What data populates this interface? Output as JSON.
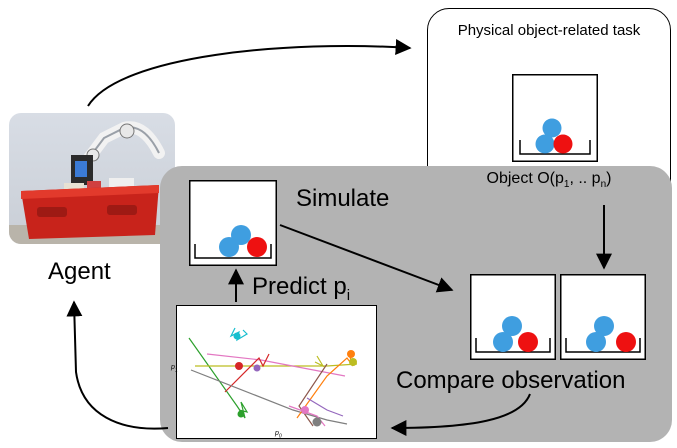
{
  "task": {
    "title": "Physical object-related task",
    "object_label_main": "Object O(p",
    "object_sub_1": "1",
    "object_mid": ", .. p",
    "object_sub_n": "n",
    "object_end": ")"
  },
  "labels": {
    "simulate": "Simulate",
    "agent": "Agent",
    "predict_main": "Predict p",
    "predict_sub": "i",
    "compare": "Compare observation"
  },
  "plot": {
    "ylabel": "p",
    "ylabel_sub": "1",
    "xlabel": "p",
    "xlabel_sub": "0"
  },
  "colors": {
    "blue_ball": "#3f9ee0",
    "red_ball": "#ee1111",
    "panel": "#b3b3b3"
  }
}
